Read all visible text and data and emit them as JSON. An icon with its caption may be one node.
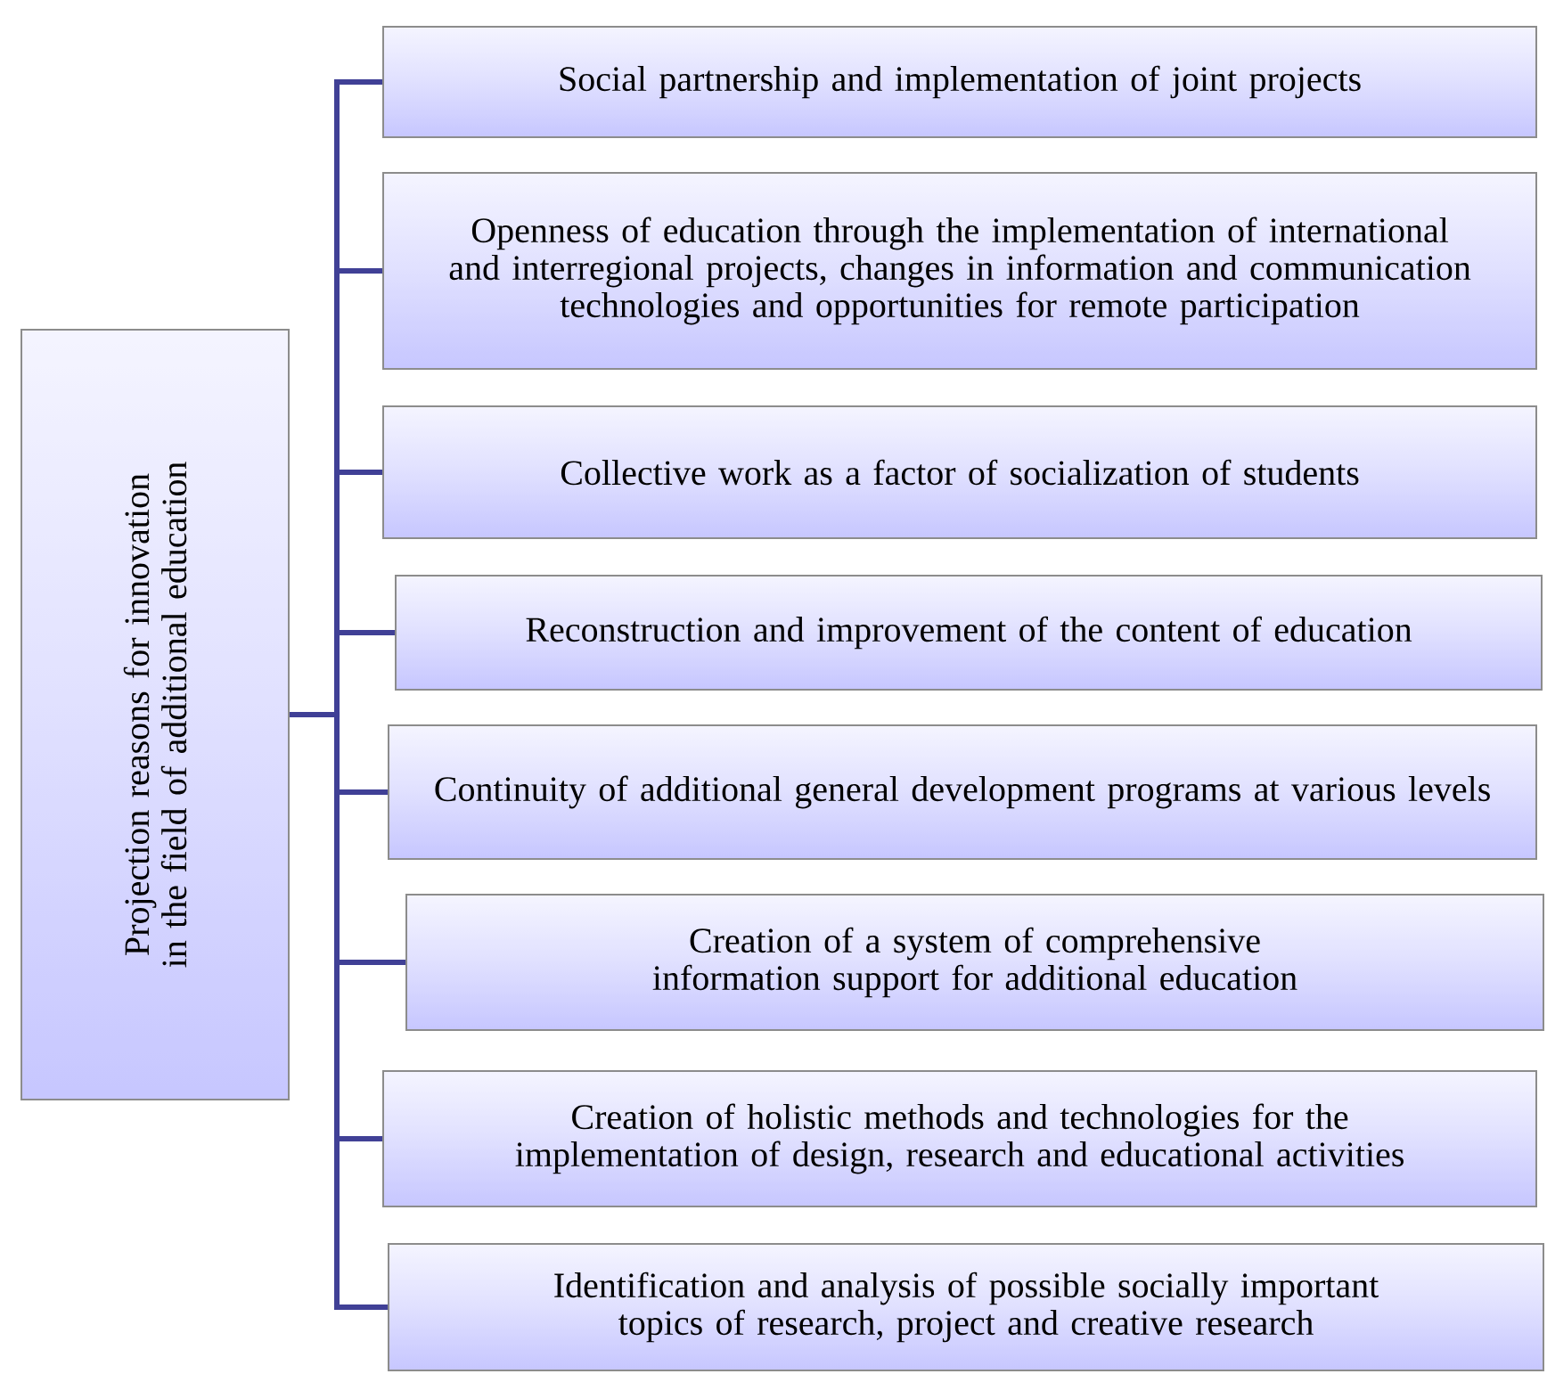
{
  "diagram": {
    "nodes": [
      {
        "text": [
          "Projection reasons for innovation in the field of additional education"
        ]
      },
      {
        "text": [
          "Social partnership and implementation of joint projects"
        ]
      },
      {
        "text": [
          "Openness of education through the implementation of international and interregional projects, changes in information and communication technologies and opportunities for remote participation"
        ]
      },
      {
        "text": [
          "Collective work as a factor of socialization of students"
        ]
      },
      {
        "text": [
          "Reconstruction and improvement of the content of education"
        ]
      },
      {
        "text": [
          "Continuity of additional general development programs at various levels"
        ]
      },
      {
        "text": [
          "Creation of a system of comprehensive information support for additional education"
        ]
      },
      {
        "text": [
          "Creation of holistic methods and technologies for the implementation of design, research and educational activities"
        ]
      },
      {
        "text": [
          "Identification and analysis of possible socially important topics of research, project and creative research"
        ]
      }
    ],
    "edges": [
      {
        "from": 0,
        "to": 1,
        "arrow": "none"
      },
      {
        "from": 0,
        "to": 2,
        "arrow": "none"
      },
      {
        "from": 0,
        "to": 3,
        "arrow": "none"
      },
      {
        "from": 0,
        "to": 4,
        "arrow": "none"
      },
      {
        "from": 0,
        "to": 5,
        "arrow": "none"
      },
      {
        "from": 0,
        "to": 6,
        "arrow": "none"
      },
      {
        "from": 0,
        "to": 7,
        "arrow": "none"
      },
      {
        "from": 0,
        "to": 8,
        "arrow": "none"
      }
    ]
  }
}
